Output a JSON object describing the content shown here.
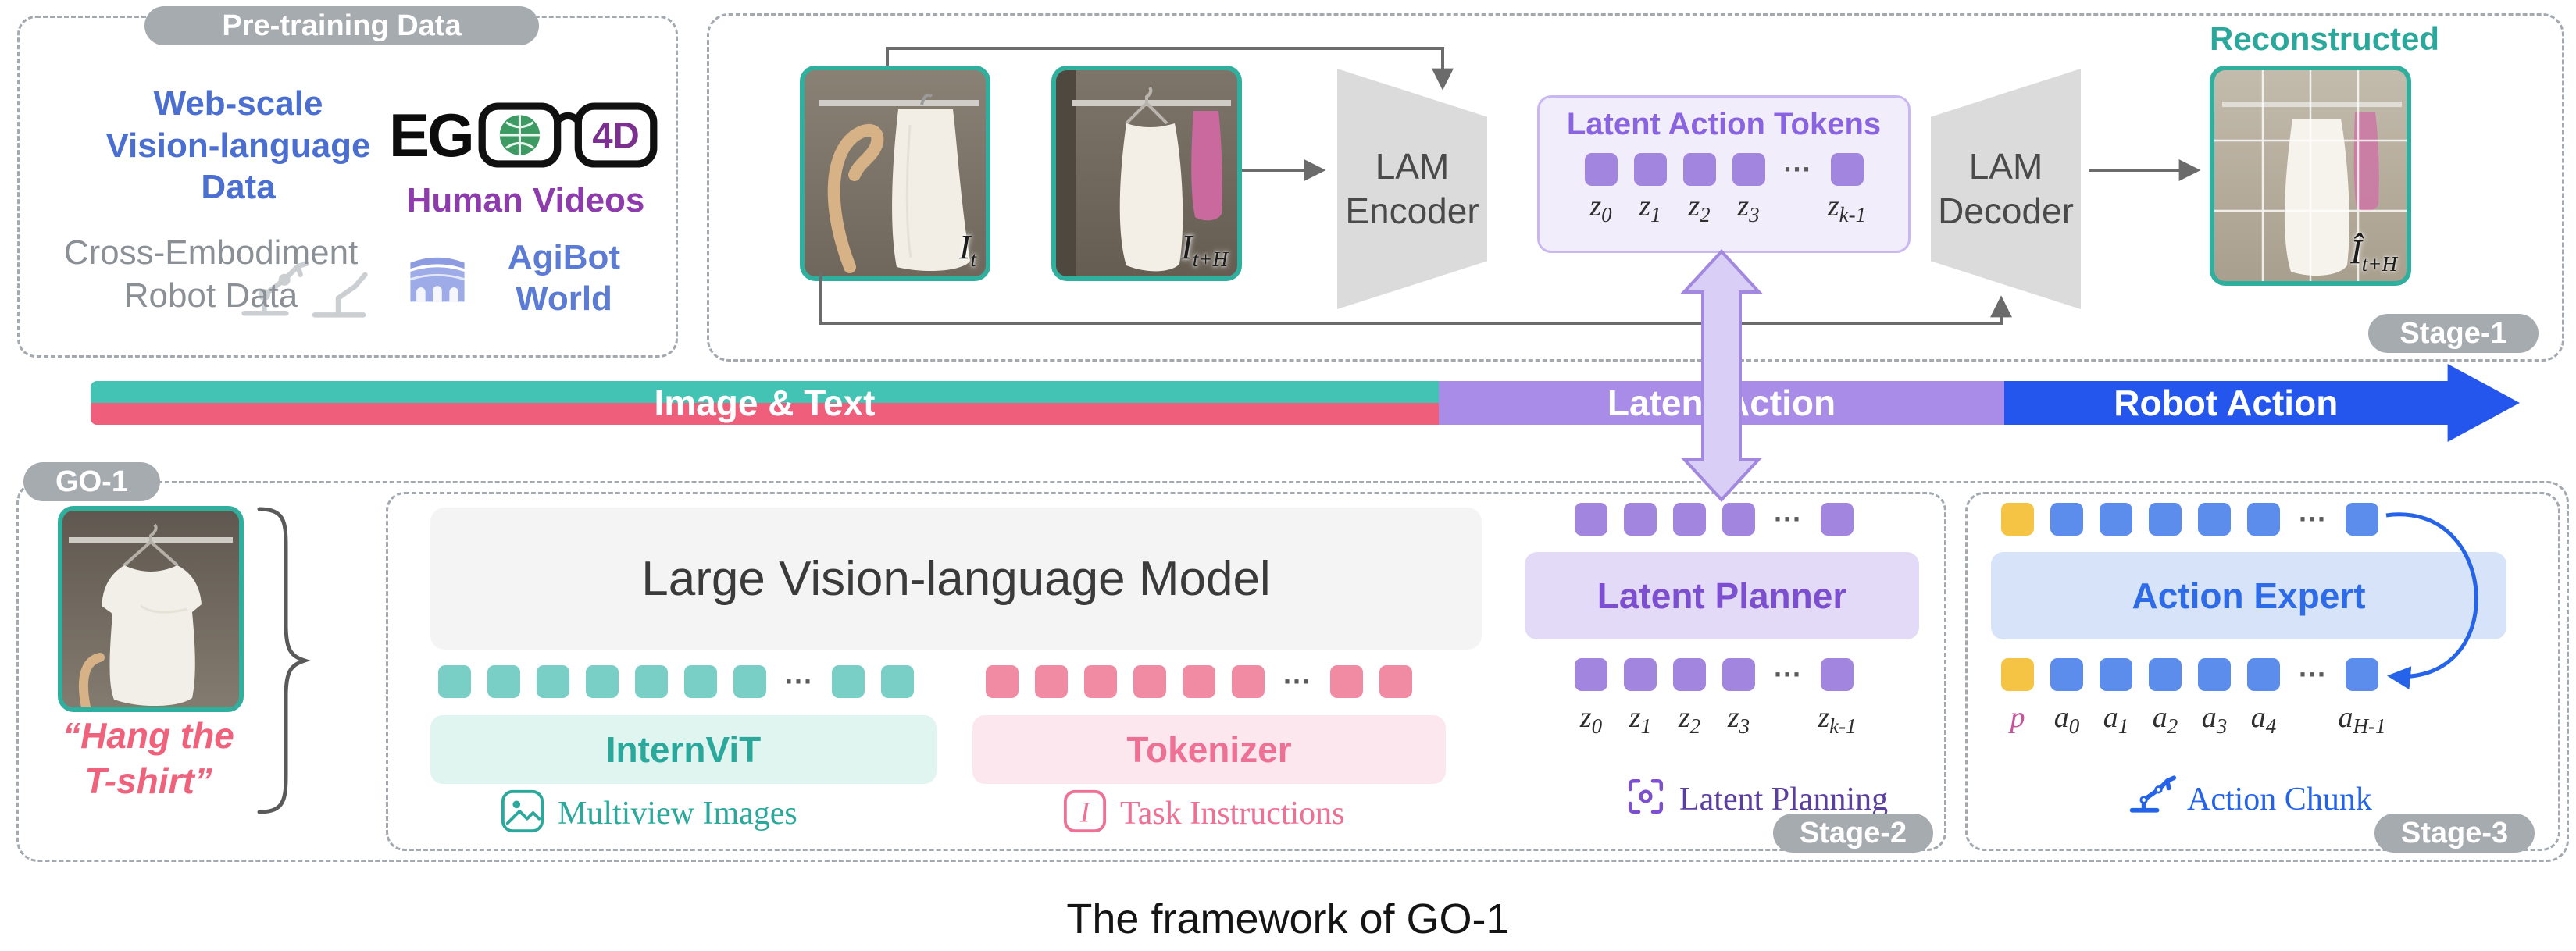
{
  "palette": {
    "teal": "#2FAF9E",
    "pink": "#F0617C",
    "purple": "#A285DE",
    "blue": "#2563E8",
    "yellow": "#F5C445",
    "gray": "#A6ABB0"
  },
  "ellipsis": "···",
  "caption": "The framework of GO-1",
  "pretraining": {
    "title": "Pre-training Data",
    "web_scale": "Web-scale\nVision-language\nData",
    "ego_prefix": "EG",
    "ego_suffix": "4D",
    "human_videos": "Human Videos",
    "cross_embodiment": "Cross-Embodiment\nRobot Data",
    "agibot": "AgiBot\nWorld"
  },
  "stage1": {
    "badge": "Stage-1",
    "encoder": "LAM\nEncoder",
    "decoder": "LAM\nDecoder",
    "tokens_title": "Latent Action Tokens",
    "reconstructed": "Reconstructed",
    "img1_label": {
      "base": "I",
      "sub": "t"
    },
    "img2_label": {
      "base": "I",
      "sub": "t+H"
    },
    "recon_label": {
      "base": "Î",
      "sub": "t+H"
    }
  },
  "z_labels": [
    {
      "base": "z",
      "sub": "0"
    },
    {
      "base": "z",
      "sub": "1"
    },
    {
      "base": "z",
      "sub": "2"
    },
    {
      "base": "z",
      "sub": "3"
    },
    {
      "base": "z",
      "sub": "k-1"
    }
  ],
  "band": {
    "image_text": "Image & Text",
    "latent_action": "Latent Action",
    "robot_action": "Robot Action"
  },
  "go1": {
    "badge": "GO-1",
    "instruction": "“Hang the\nT-shirt”",
    "lvlm": "Large Vision-language Model",
    "internvit": "InternViT",
    "tokenizer": "Tokenizer",
    "multiview": "Multiview Images",
    "task_instructions": "Task Instructions",
    "task_icon_char": "I"
  },
  "stage2": {
    "badge": "Stage-2",
    "planner": "Latent Planner",
    "planning": "Latent Planning"
  },
  "stage3": {
    "badge": "Stage-3",
    "expert": "Action Expert",
    "chunk": "Action Chunk",
    "p_label": "p",
    "a_labels": [
      {
        "base": "a",
        "sub": "0"
      },
      {
        "base": "a",
        "sub": "1"
      },
      {
        "base": "a",
        "sub": "2"
      },
      {
        "base": "a",
        "sub": "3"
      },
      {
        "base": "a",
        "sub": "4"
      },
      {
        "base": "a",
        "sub": "H-1"
      }
    ]
  }
}
